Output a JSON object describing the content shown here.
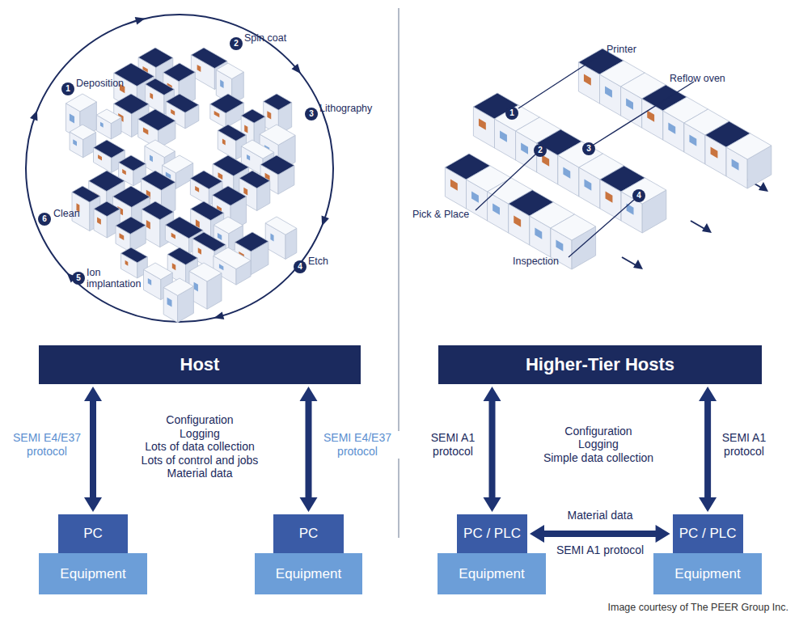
{
  "diagram": {
    "caption": "Image courtesy of The PEER Group Inc.",
    "nodes": [
      {
        "text": [
          "Host"
        ]
      },
      {
        "text": [
          "PC"
        ]
      },
      {
        "text": [
          "Equipment"
        ]
      },
      {
        "text": [
          "PC"
        ]
      },
      {
        "text": [
          "Equipment"
        ]
      },
      {
        "text": [
          "Higher-Tier Hosts"
        ]
      },
      {
        "text": [
          "PC / PLC"
        ]
      },
      {
        "text": [
          "Equipment"
        ]
      },
      {
        "text": [
          "PC / PLC"
        ]
      },
      {
        "text": [
          "Equipment"
        ]
      }
    ],
    "edges": [
      {
        "from": 0,
        "to": 1,
        "arrow": "both",
        "label": "SEMI E4/E37 protocol"
      },
      {
        "from": 0,
        "to": 3,
        "arrow": "both",
        "label": "SEMI E4/E37 protocol"
      },
      {
        "from": 5,
        "to": 6,
        "arrow": "both",
        "label": "SEMI A1 protocol"
      },
      {
        "from": 5,
        "to": 8,
        "arrow": "both",
        "label": "SEMI A1 protocol"
      },
      {
        "from": 6,
        "to": 8,
        "arrow": "both",
        "label": "SEMI A1 protocol"
      }
    ],
    "labels": [
      "1",
      "Deposition",
      "2",
      "Spin coat",
      "3",
      "Lithography",
      "4",
      "Etch",
      "5",
      "Ion implantation",
      "6",
      "Clean",
      "Configuration",
      "Logging",
      "Lots of data collection",
      "Lots of control and jobs",
      "Material data",
      "Printer",
      "1",
      "Reflow oven",
      "2",
      "3",
      "Pick & Place",
      "4",
      "Inspection",
      "Configuration",
      "Logging",
      "Simple data collection",
      "Material data"
    ]
  }
}
